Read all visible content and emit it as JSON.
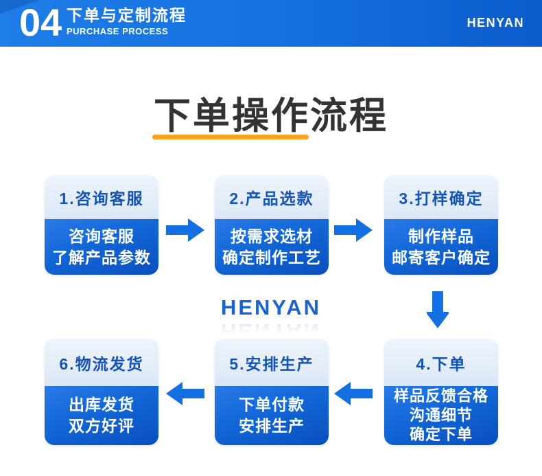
{
  "header": {
    "number": "04",
    "title_cn": "下单与定制流程",
    "title_en": "PURCHASE PROCESS",
    "brand": "HENYAN"
  },
  "main": {
    "title": "下单操作流程",
    "watermark": "HENYAN"
  },
  "steps": [
    {
      "label": "1.咨询客服",
      "body": [
        "咨询客服",
        "了解产品参数"
      ]
    },
    {
      "label": "2.产品选款",
      "body": [
        "按需求选材",
        "确定制作工艺"
      ]
    },
    {
      "label": "3.打样确定",
      "body": [
        "制作样品",
        "邮寄客户确定"
      ]
    },
    {
      "label": "4.下单",
      "body": [
        "样品反馈合格",
        "沟通细节",
        "确定下单"
      ]
    },
    {
      "label": "5.安排生产",
      "body": [
        "下单付款",
        "安排生产"
      ]
    },
    {
      "label": "6.物流发货",
      "body": [
        "出库发货",
        "双方好评"
      ]
    }
  ],
  "flow": {
    "row1_direction": "left-to-right",
    "row2_direction": "right-to-left",
    "connector_between_rows": "down-arrow-right-column"
  },
  "icons": {
    "arrow_right": "➡",
    "arrow_left": "⬅",
    "arrow_down": "⬇"
  },
  "colors": {
    "banner_gradient_start": "#1f7de7",
    "banner_gradient_end": "#0b5ccb",
    "title_text": "#333333",
    "title_underline_orange": "#f8a21f",
    "step_header_bg": "#dfeafa",
    "step_label_blue": "#1553b5",
    "step_body_gradient_start": "#2a7ae8",
    "step_body_gradient_end": "#0a4fbe",
    "arrow_blue": "#1470e0",
    "watermark_blue": "#1b63d3"
  }
}
